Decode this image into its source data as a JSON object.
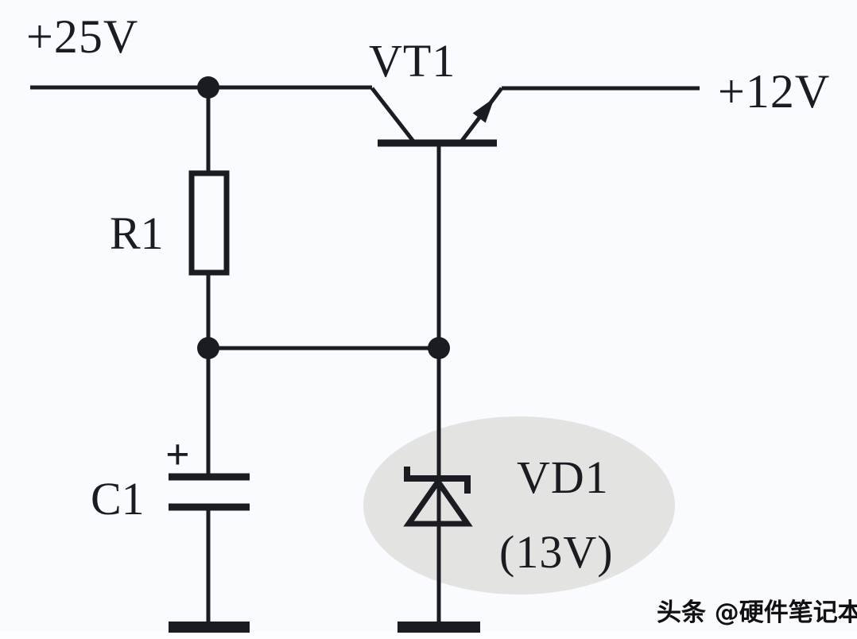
{
  "circuit": {
    "input_label": "+25V",
    "output_label": "+12V",
    "transistor_label": "VT1",
    "resistor_label": "R1",
    "capacitor_label": "C1",
    "capacitor_polarity": "+",
    "diode_label": "VD1",
    "diode_voltage": "(13V)"
  },
  "watermark": {
    "text": "头条 @硬件笔记本"
  },
  "colors": {
    "background": "#fafbfe",
    "line": "#1b1b22",
    "highlight_ellipse": "#e3e4e1",
    "watermark_text": "#111114"
  }
}
